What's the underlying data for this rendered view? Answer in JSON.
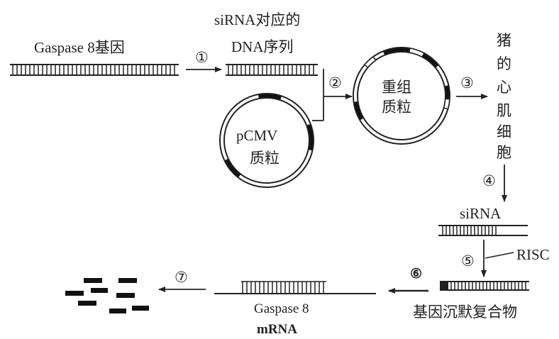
{
  "labels": {
    "gaspase_gene": "Gaspase 8基因",
    "sirna_dna_line1": "siRNA对应的",
    "sirna_dna_line2": "DNA序列",
    "pcmv_line1": "pCMV",
    "pcmv_line2": "质粒",
    "recomb_line1": "重组",
    "recomb_line2": "质粒",
    "pig_cells": [
      "猪",
      "的",
      "心",
      "肌",
      "细",
      "胞"
    ],
    "sirna": "siRNA",
    "risc": "RISC",
    "silencing_complex": "基因沉默复合物",
    "mrna_line1": "Gaspase 8",
    "mrna_line2": "mRNA"
  },
  "steps": [
    "①",
    "②",
    "③",
    "④",
    "⑤",
    "⑥",
    "⑦"
  ]
}
